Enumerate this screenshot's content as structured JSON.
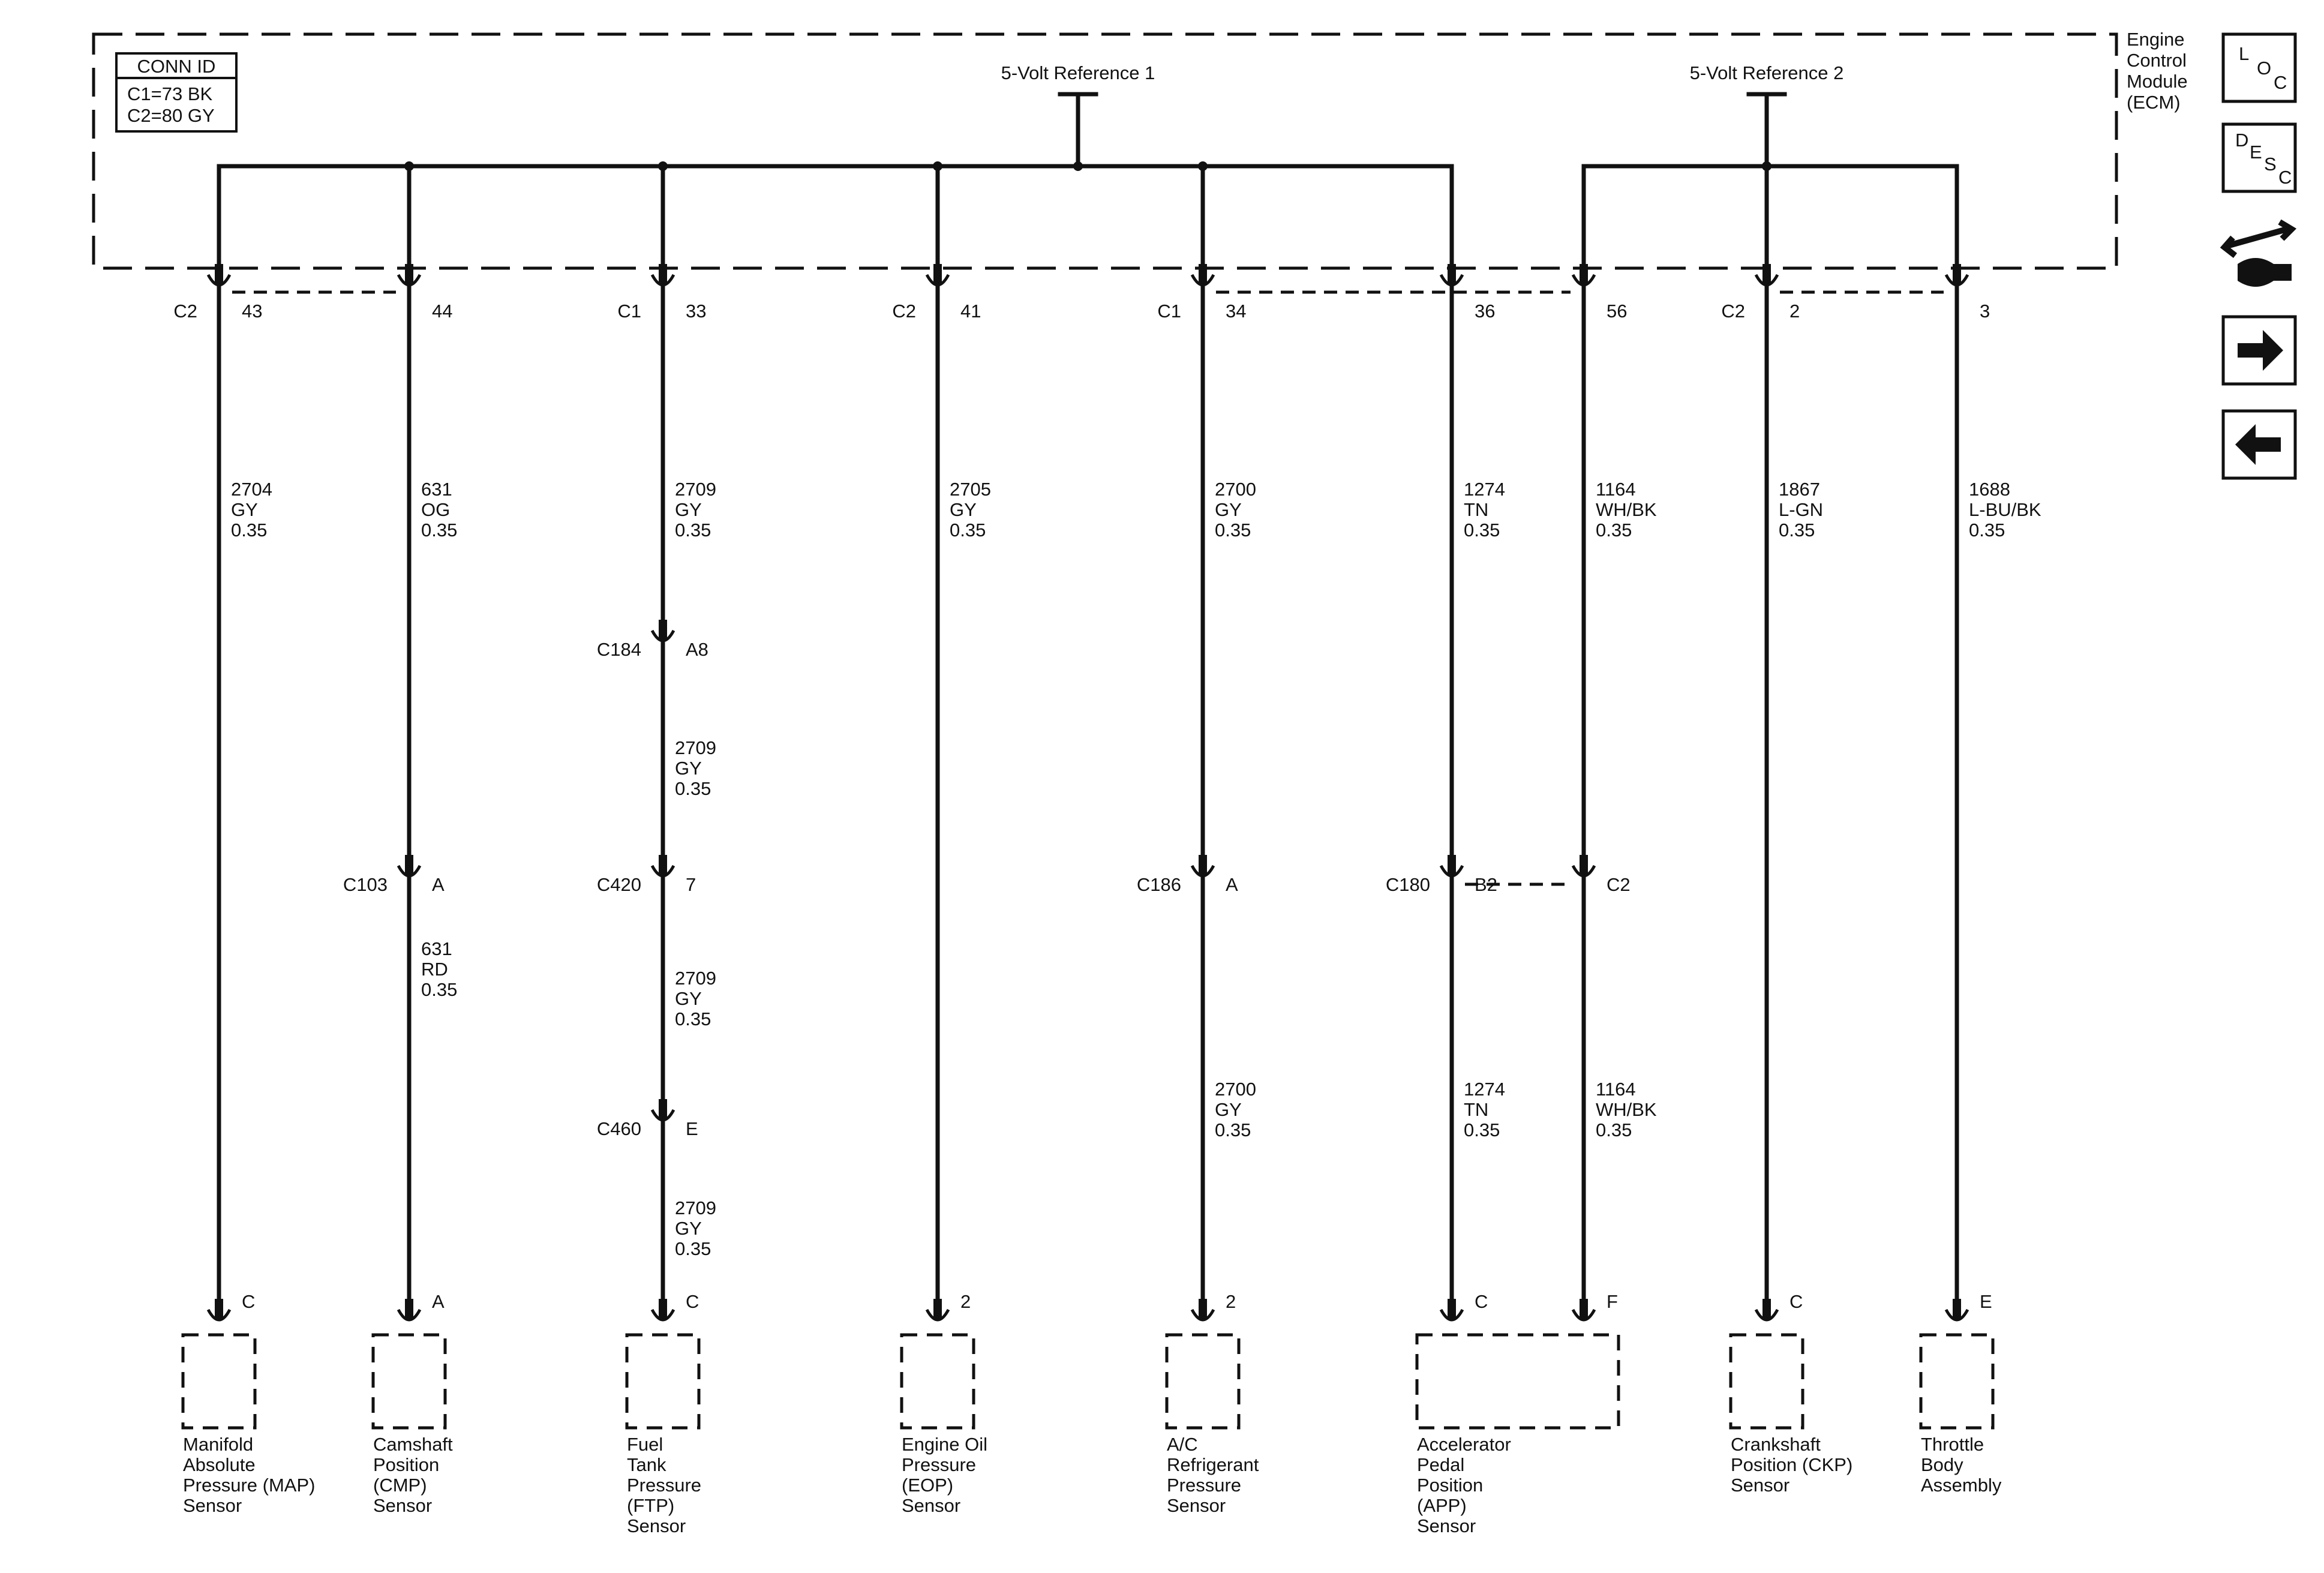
{
  "conn_id": {
    "title": "CONN ID",
    "lines": [
      "C1=73 BK",
      "C2=80 GY"
    ]
  },
  "ecm_label": [
    "Engine",
    "Control",
    "Module",
    "(ECM)"
  ],
  "references": [
    {
      "id": "ref1",
      "label": "5-Volt Reference 1"
    },
    {
      "id": "ref2",
      "label": "5-Volt Reference 2"
    }
  ],
  "circuits": [
    {
      "id": "map",
      "ref": "ref1",
      "conn": "C2",
      "pin": "43",
      "wires": [
        {
          "circuit": "2704",
          "color": "GY",
          "size": "0.35"
        }
      ],
      "inline": [],
      "sensor_pin": "C"
    },
    {
      "id": "cmp",
      "ref": "ref1",
      "conn": "",
      "pin": "44",
      "wires": [
        {
          "circuit": "631",
          "color": "OG",
          "size": "0.35"
        },
        {
          "circuit": "631",
          "color": "RD",
          "size": "0.35"
        }
      ],
      "inline": [
        {
          "name": "C103",
          "pin": "A"
        }
      ],
      "sensor_pin": "A"
    },
    {
      "id": "ftp",
      "ref": "ref1",
      "conn": "C1",
      "pin": "33",
      "wires": [
        {
          "circuit": "2709",
          "color": "GY",
          "size": "0.35"
        },
        {
          "circuit": "2709",
          "color": "GY",
          "size": "0.35"
        },
        {
          "circuit": "2709",
          "color": "GY",
          "size": "0.35"
        },
        {
          "circuit": "2709",
          "color": "GY",
          "size": "0.35"
        }
      ],
      "inline": [
        {
          "name": "C184",
          "pin": "A8"
        },
        {
          "name": "C420",
          "pin": "7"
        },
        {
          "name": "C460",
          "pin": "E"
        }
      ],
      "sensor_pin": "C"
    },
    {
      "id": "eop",
      "ref": "ref1",
      "conn": "C2",
      "pin": "41",
      "wires": [
        {
          "circuit": "2705",
          "color": "GY",
          "size": "0.35"
        }
      ],
      "inline": [],
      "sensor_pin": "2"
    },
    {
      "id": "acr",
      "ref": "ref1",
      "conn": "C1",
      "pin": "34",
      "wires": [
        {
          "circuit": "2700",
          "color": "GY",
          "size": "0.35"
        },
        {
          "circuit": "2700",
          "color": "GY",
          "size": "0.35"
        }
      ],
      "inline": [
        {
          "name": "C186",
          "pin": "A"
        }
      ],
      "sensor_pin": "2"
    },
    {
      "id": "app1",
      "ref": "ref1",
      "conn": "",
      "pin": "36",
      "wires": [
        {
          "circuit": "1274",
          "color": "TN",
          "size": "0.35"
        },
        {
          "circuit": "1274",
          "color": "TN",
          "size": "0.35"
        }
      ],
      "inline": [
        {
          "name": "C180",
          "pin": "B2"
        }
      ],
      "sensor_pin": "C"
    },
    {
      "id": "app2",
      "ref": "ref2",
      "conn": "",
      "pin": "56",
      "wires": [
        {
          "circuit": "1164",
          "color": "WH/BK",
          "size": "0.35"
        },
        {
          "circuit": "1164",
          "color": "WH/BK",
          "size": "0.35"
        }
      ],
      "inline": [
        {
          "name": "",
          "pin": "C2"
        }
      ],
      "sensor_pin": "F"
    },
    {
      "id": "ckp",
      "ref": "ref2",
      "conn": "C2",
      "pin": "2",
      "wires": [
        {
          "circuit": "1867",
          "color": "L-GN",
          "size": "0.35"
        }
      ],
      "inline": [],
      "sensor_pin": "C"
    },
    {
      "id": "tb",
      "ref": "ref2",
      "conn": "",
      "pin": "3",
      "wires": [
        {
          "circuit": "1688",
          "color": "L-BU/BK",
          "size": "0.35"
        }
      ],
      "inline": [],
      "sensor_pin": "E"
    }
  ],
  "components": [
    {
      "id": "map",
      "name": [
        "Manifold",
        "Absolute",
        "Pressure (MAP)",
        "Sensor"
      ]
    },
    {
      "id": "cmp",
      "name": [
        "Camshaft",
        "Position",
        "(CMP)",
        "Sensor"
      ]
    },
    {
      "id": "ftp",
      "name": [
        "Fuel",
        "Tank",
        "Pressure",
        "(FTP)",
        "Sensor"
      ]
    },
    {
      "id": "eop",
      "name": [
        "Engine Oil",
        "Pressure",
        "(EOP)",
        "Sensor"
      ]
    },
    {
      "id": "acr",
      "name": [
        "A/C",
        "Refrigerant",
        "Pressure",
        "Sensor"
      ]
    },
    {
      "id": "app",
      "name": [
        "Accelerator",
        "Pedal",
        "Position",
        "(APP)",
        "Sensor"
      ]
    },
    {
      "id": "ckp",
      "name": [
        "Crankshaft",
        "Position (CKP)",
        "Sensor"
      ]
    },
    {
      "id": "tb",
      "name": [
        "Throttle",
        "Body",
        "Assembly"
      ]
    }
  ],
  "nav": {
    "loc": [
      "L",
      "O",
      "C"
    ],
    "desc": [
      "D",
      "E",
      "S",
      "C"
    ]
  }
}
